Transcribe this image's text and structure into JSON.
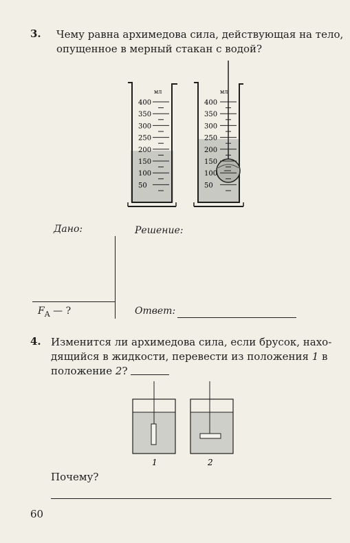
{
  "q3": {
    "number": "3.",
    "line1": "Чему равна архимедова сила, действующая на тело,",
    "line2": "опущенное в мерный стакан с водой?",
    "cylinders": {
      "unit": "мл",
      "ticks": [
        "400",
        "350",
        "300",
        "250",
        "200",
        "150",
        "100",
        "50"
      ],
      "left_level_ml": 200,
      "right_level_ml": 250
    },
    "given_label": "Дано:",
    "solution_label": "Решение:",
    "unknown_F": "F",
    "unknown_sub": "A",
    "unknown_rest": "— ?",
    "answer_label": "Ответ:"
  },
  "q4": {
    "number": "4.",
    "line1": "Изменится ли архимедова сила, если брусок, нахо-",
    "line2a": "дящийся в жидкости, перевести из положения ",
    "pos1": "1",
    "line2b": " в",
    "line3a": "положение ",
    "pos2": "2",
    "line3b": "?",
    "vessel1_label": "1",
    "vessel2_label": "2",
    "why": "Почему?"
  },
  "page_number": "60",
  "colors": {
    "paper": "#f2efe7",
    "ink": "#1e1e1e",
    "liquid": "#c9c9c4"
  }
}
